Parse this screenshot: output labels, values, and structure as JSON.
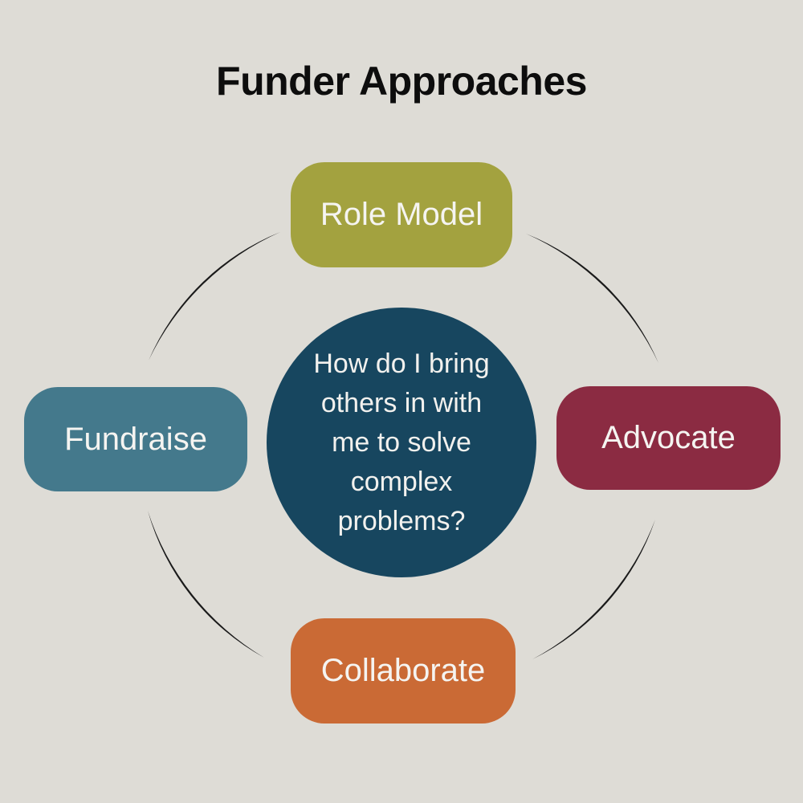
{
  "title": "Funder Approaches",
  "background_color": "#DEDCD6",
  "center": {
    "question": "How do I bring others in with me to solve complex problems?",
    "lines": [
      "How do I bring",
      "others in with",
      "me to solve",
      "complex",
      "problems?"
    ],
    "fill_color": "#17465F",
    "text_color": "#F2F1EE"
  },
  "nodes": [
    {
      "id": "role-model",
      "label": "Role Model",
      "color": "#A3A23F",
      "position": "top"
    },
    {
      "id": "advocate",
      "label": "Advocate",
      "color": "#8B2B42",
      "position": "right"
    },
    {
      "id": "collaborate",
      "label": "Collaborate",
      "color": "#CA6A35",
      "position": "bottom"
    },
    {
      "id": "fundraise",
      "label": "Fundraise",
      "color": "#44798C",
      "position": "left"
    }
  ],
  "arc_color": "#1A1A1A"
}
